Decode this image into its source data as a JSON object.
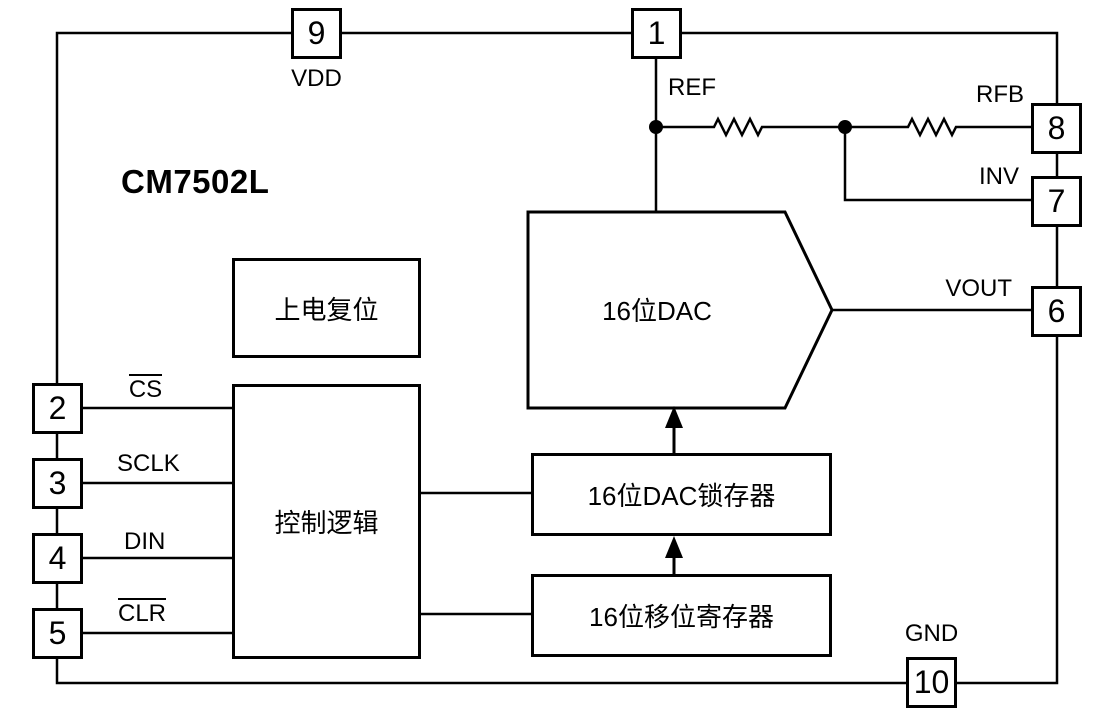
{
  "title": "CM7502L",
  "blocks": {
    "power_on_reset": {
      "label": "上电复位"
    },
    "control_logic": {
      "label": "控制逻辑"
    },
    "dac": {
      "label": "16位DAC"
    },
    "dac_latch": {
      "label": "16位DAC锁存器"
    },
    "shift_register": {
      "label": "16位移位寄存器"
    }
  },
  "pins": [
    {
      "number": "9",
      "name": "VDD",
      "side": "top",
      "active_low": false
    },
    {
      "number": "1",
      "name": "REF",
      "side": "top",
      "active_low": false
    },
    {
      "number": "8",
      "name": "RFB",
      "side": "right",
      "active_low": false
    },
    {
      "number": "7",
      "name": "INV",
      "side": "right",
      "active_low": false
    },
    {
      "number": "6",
      "name": "VOUT",
      "side": "right",
      "active_low": false
    },
    {
      "number": "2",
      "name": "CS",
      "side": "left",
      "active_low": true
    },
    {
      "number": "3",
      "name": "SCLK",
      "side": "left",
      "active_low": false
    },
    {
      "number": "4",
      "name": "DIN",
      "side": "left",
      "active_low": false
    },
    {
      "number": "5",
      "name": "CLR",
      "side": "left",
      "active_low": true
    },
    {
      "number": "10",
      "name": "GND",
      "side": "bottom",
      "active_low": false
    }
  ],
  "colors": {
    "line": "#000000",
    "background": "#ffffff",
    "text": "#000000"
  }
}
